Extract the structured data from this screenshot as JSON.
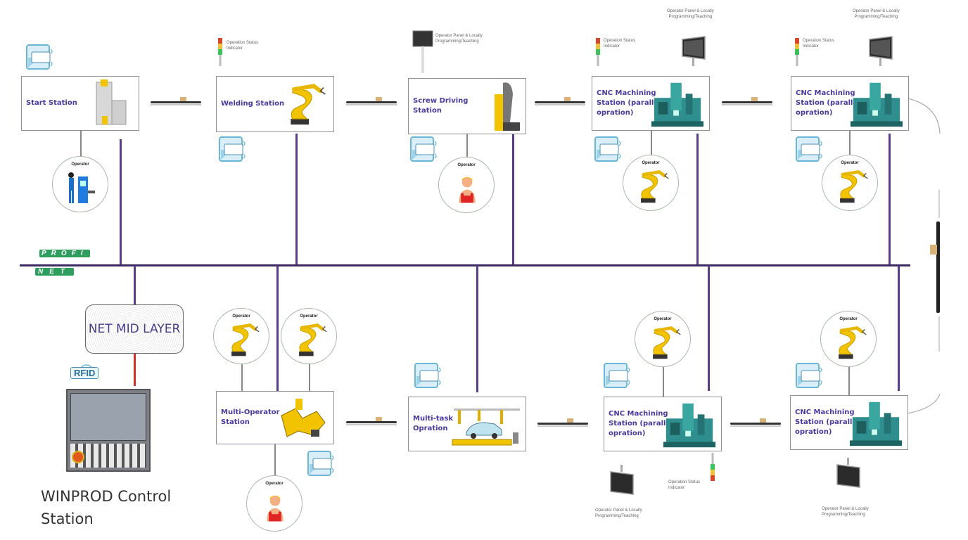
{
  "diagram": {
    "title": "Production line network topology",
    "network": {
      "fieldbus_logo_top": "PROFI",
      "fieldbus_logo_bottom": "NET",
      "mid_layer_label": "NET MID LAYER",
      "control_station_label": "WINPROD Control\nStation",
      "control_rfid_label": "RFID"
    },
    "common": {
      "rfid_label": "RFID",
      "operator_label": "Operator",
      "status_indicator_label": "Operation Status\nIndicator",
      "operator_panel_label": "Operator Panel & Locally\nProgramming/Teaching"
    },
    "stations_top": [
      {
        "name": "Start Station",
        "operator": "human-at-machine"
      },
      {
        "name": "Welding Station",
        "operator": "none"
      },
      {
        "name": "Screw Driving\nStation",
        "operator": "human-worker"
      },
      {
        "name": "CNC Machining\nStation (parallel\nopration)",
        "operator": "robot-arm"
      },
      {
        "name": "CNC Machining\nStation (parallel\nopration)",
        "operator": "robot-arm"
      }
    ],
    "stations_bottom": [
      {
        "name": "Multi-Operator\nStation",
        "operator": "2x robot-arm + human-worker"
      },
      {
        "name": "Multi-task\nOpration",
        "operator": "none"
      },
      {
        "name": "CNC Machining\nStation (parallel\nopration)",
        "operator": "robot-arm"
      },
      {
        "name": "CNC Machining\nStation (parallel\nopration)",
        "operator": "robot-arm"
      }
    ],
    "colors": {
      "bus": "#3d2b63",
      "drop_line": "#5a3d8a",
      "station_text": "#4a3aa0",
      "profinet_green": "#2e9e5e",
      "mid_layer_link": "#d0312d",
      "robot_yellow": "#f2c400",
      "cnc_teal": "#2f8f8f"
    }
  }
}
